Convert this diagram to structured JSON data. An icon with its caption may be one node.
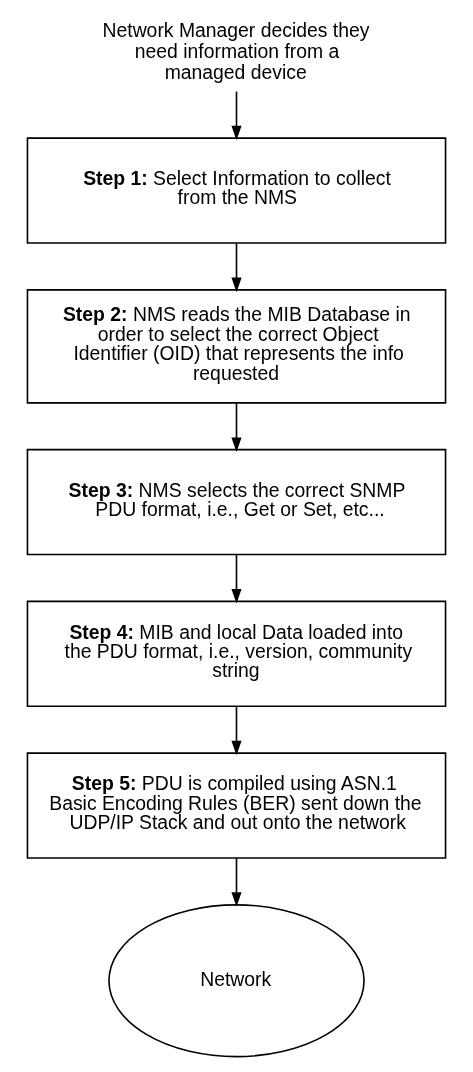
{
  "diagram": {
    "nodes": [
      {
        "text": [
          "Network Manager decides they need information from a managed device"
        ]
      },
      {
        "text": [
          "**Step 1:** Select Information to collect from the NMS"
        ]
      },
      {
        "text": [
          "**Step 2:** NMS reads the MIB Database in order to select the correct Object Identifier (OID) that represents the info requested"
        ]
      },
      {
        "text": [
          "**Step 3:** NMS selects the correct SNMP PDU format, i.e., Get or Set, etc..."
        ]
      },
      {
        "text": [
          "**Step 4:** MIB and local Data loaded into the PDU format, i.e., version, community string"
        ]
      },
      {
        "text": [
          "**Step 5:** PDU is compiled using ASN.1 Basic Encoding Rules (BER) sent down the UDP/IP Stack and out onto the network"
        ]
      },
      {
        "text": [
          "Network"
        ]
      }
    ],
    "edges": [
      {
        "from": 0,
        "to": 1,
        "arrow": "to"
      },
      {
        "from": 1,
        "to": 2,
        "arrow": "to"
      },
      {
        "from": 2,
        "to": 3,
        "arrow": "to"
      },
      {
        "from": 3,
        "to": 4,
        "arrow": "to"
      },
      {
        "from": 4,
        "to": 5,
        "arrow": "to"
      },
      {
        "from": 5,
        "to": 6,
        "arrow": "to"
      }
    ]
  }
}
